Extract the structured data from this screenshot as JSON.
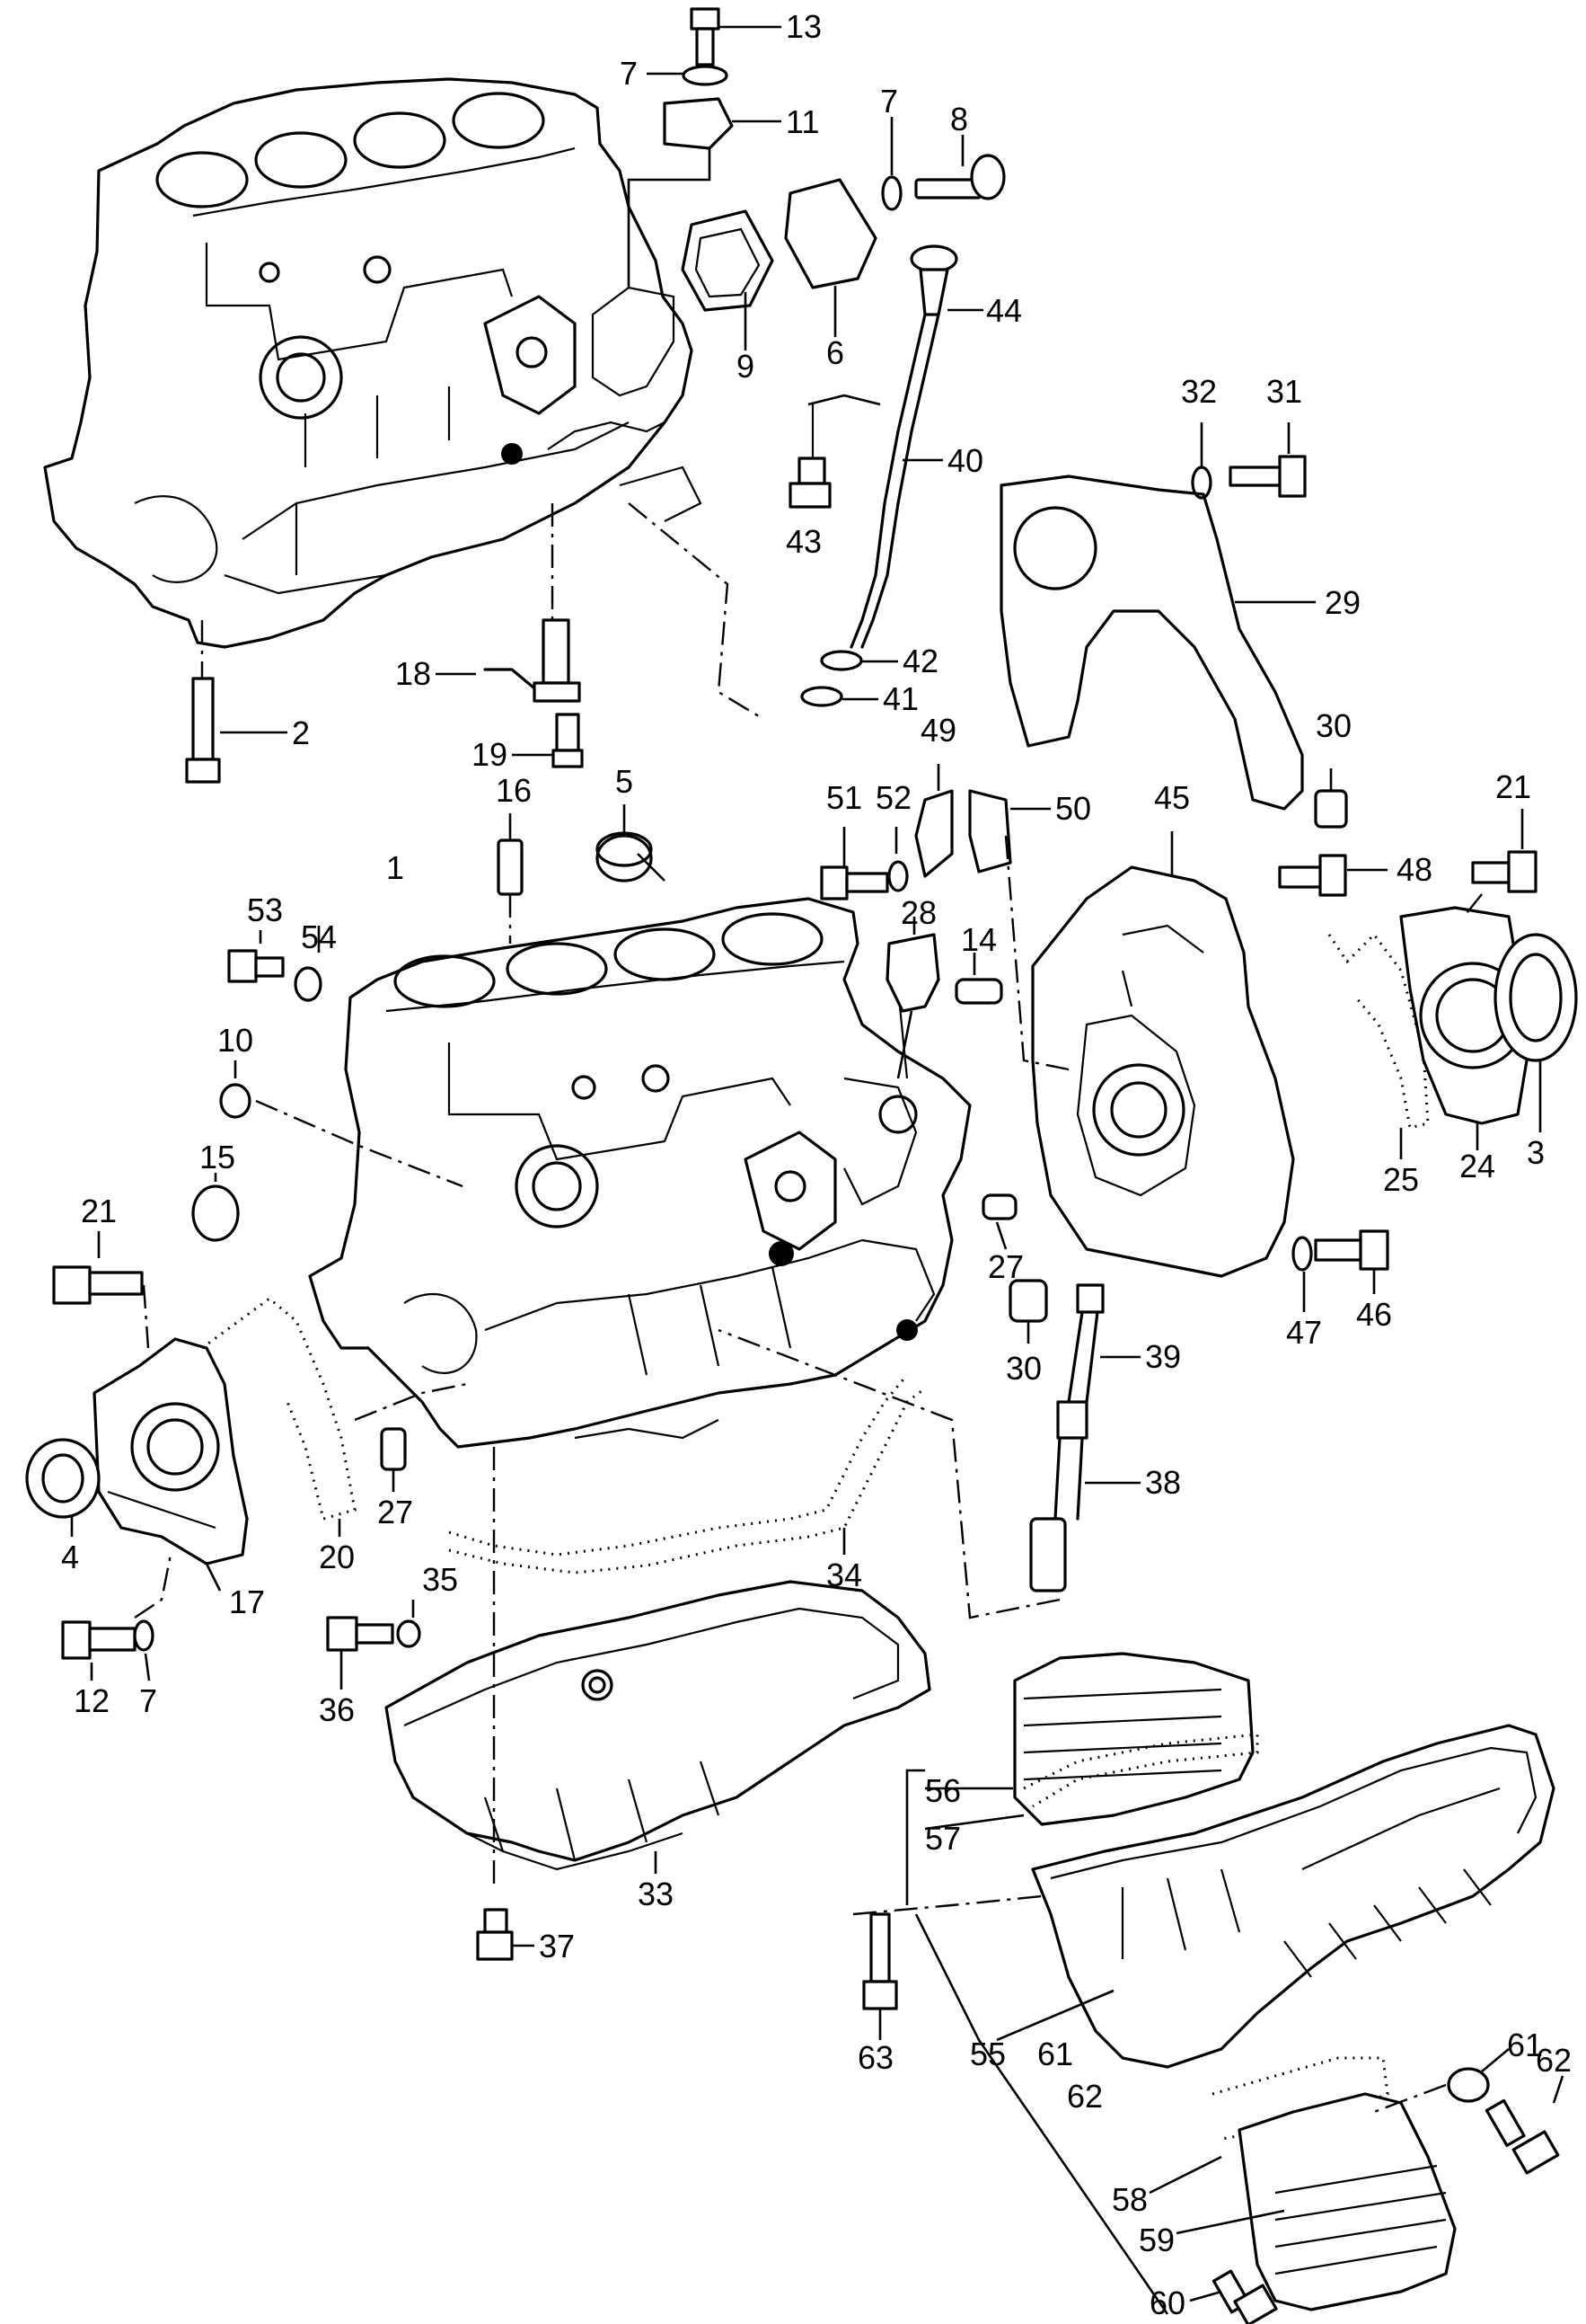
{
  "callouts": [
    {
      "id": "c13",
      "text": "13"
    },
    {
      "id": "c7a",
      "text": "7"
    },
    {
      "id": "c11",
      "text": "11"
    },
    {
      "id": "c7b",
      "text": "7"
    },
    {
      "id": "c8",
      "text": "8"
    },
    {
      "id": "c44",
      "text": "44"
    },
    {
      "id": "c9",
      "text": "9"
    },
    {
      "id": "c6",
      "text": "6"
    },
    {
      "id": "c40",
      "text": "40"
    },
    {
      "id": "c43",
      "text": "43"
    },
    {
      "id": "c32",
      "text": "32"
    },
    {
      "id": "c31",
      "text": "31"
    },
    {
      "id": "c29",
      "text": "29"
    },
    {
      "id": "c42",
      "text": "42"
    },
    {
      "id": "c41",
      "text": "41"
    },
    {
      "id": "c18",
      "text": "18"
    },
    {
      "id": "c2",
      "text": "2"
    },
    {
      "id": "c19",
      "text": "19"
    },
    {
      "id": "c30a",
      "text": "30"
    },
    {
      "id": "c49",
      "text": "49"
    },
    {
      "id": "c51",
      "text": "51"
    },
    {
      "id": "c52",
      "text": "52"
    },
    {
      "id": "c50",
      "text": "50"
    },
    {
      "id": "c45",
      "text": "45"
    },
    {
      "id": "c21a",
      "text": "21"
    },
    {
      "id": "c48",
      "text": "48"
    },
    {
      "id": "c16",
      "text": "16"
    },
    {
      "id": "c5",
      "text": "5"
    },
    {
      "id": "c1",
      "text": "1"
    },
    {
      "id": "c53",
      "text": "53"
    },
    {
      "id": "c54",
      "text": "54"
    },
    {
      "id": "c28",
      "text": "28"
    },
    {
      "id": "c14",
      "text": "14"
    },
    {
      "id": "c10",
      "text": "10"
    },
    {
      "id": "c15",
      "text": "15"
    },
    {
      "id": "c3",
      "text": "3"
    },
    {
      "id": "c24",
      "text": "24"
    },
    {
      "id": "c25",
      "text": "25"
    },
    {
      "id": "c21b",
      "text": "21"
    },
    {
      "id": "c27a",
      "text": "27"
    },
    {
      "id": "c46",
      "text": "46"
    },
    {
      "id": "c47",
      "text": "47"
    },
    {
      "id": "c30b",
      "text": "30"
    },
    {
      "id": "c39",
      "text": "39"
    },
    {
      "id": "c38",
      "text": "38"
    },
    {
      "id": "c4",
      "text": "4"
    },
    {
      "id": "c17",
      "text": "17"
    },
    {
      "id": "c20",
      "text": "20"
    },
    {
      "id": "c27b",
      "text": "27"
    },
    {
      "id": "c34",
      "text": "34"
    },
    {
      "id": "c35",
      "text": "35"
    },
    {
      "id": "c12",
      "text": "12"
    },
    {
      "id": "c7c",
      "text": "7"
    },
    {
      "id": "c36",
      "text": "36"
    },
    {
      "id": "c37",
      "text": "37"
    },
    {
      "id": "c33",
      "text": "33"
    },
    {
      "id": "c56",
      "text": "56"
    },
    {
      "id": "c57",
      "text": "57"
    },
    {
      "id": "c63",
      "text": "63"
    },
    {
      "id": "c55",
      "text": "55"
    },
    {
      "id": "c61a",
      "text": "61"
    },
    {
      "id": "c62a",
      "text": "62"
    },
    {
      "id": "c61b",
      "text": "61"
    },
    {
      "id": "c62b",
      "text": "62"
    },
    {
      "id": "c58",
      "text": "58"
    },
    {
      "id": "c59",
      "text": "59"
    },
    {
      "id": "c60",
      "text": "60"
    }
  ]
}
